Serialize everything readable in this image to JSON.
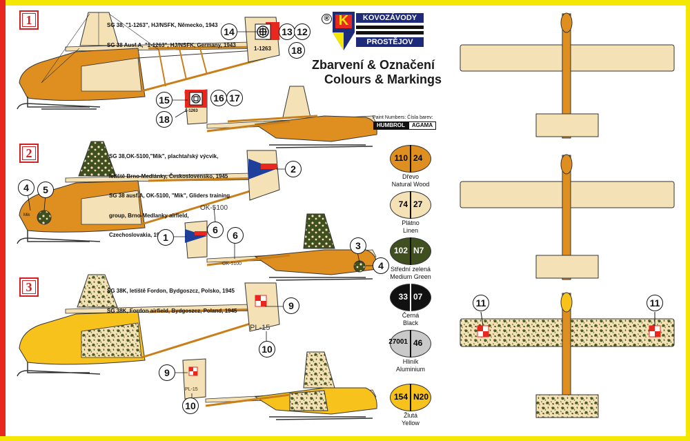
{
  "logo": {
    "registered": "®",
    "badge_letter": "K",
    "line1": "KOVOZÁVODY",
    "line2": "PROSTĚJOV"
  },
  "title": {
    "line1": "Zbarvení & Označení",
    "line2": "Colours & Markings"
  },
  "paint_header": {
    "label": "Paint Numbers: Čísla barev:",
    "brand1": "HUMBROL",
    "brand2": "AGAMA"
  },
  "paints": [
    {
      "humbrol": "110",
      "agama": "24",
      "name_cz": "Dřevo",
      "name_en": "Natural Wood",
      "color": "#df8f1f"
    },
    {
      "humbrol": "74",
      "agama": "27",
      "name_cz": "Plátno",
      "name_en": "Linen",
      "color": "#f4e1b6"
    },
    {
      "humbrol": "102",
      "agama": "N7",
      "name_cz": "Střední zelená",
      "name_en": "Medium Green",
      "color": "#3f4f1f"
    },
    {
      "humbrol": "33",
      "agama": "07",
      "name_cz": "Černá",
      "name_en": "Black",
      "color": "#111111"
    },
    {
      "humbrol": "27001",
      "agama": "46",
      "name_cz": "Hliník",
      "name_en": "Aluminium",
      "color": "#c9c9c9"
    },
    {
      "humbrol": "154",
      "agama": "N20",
      "name_cz": "Žlutá",
      "name_en": "Yellow",
      "color": "#f7c21c"
    }
  ],
  "schemes": [
    {
      "number": "1",
      "caption": [
        "SG 38, \"1-1263\", HJ/NSFK, Německo, 1943",
        "SG 38 Ausf.A, \"1-1263\", HJ/NSFK, Germany, 1943"
      ],
      "registration": "1-1263"
    },
    {
      "number": "2",
      "caption": [
        "SG 38,OK-5100,\"Mik\", plachtařský výcvik,",
        "letiště Brno-Medlánky, Československo, 1945",
        "SG 38 ausf.A, OK-5100, \"Mik\", Gliders training",
        "group, Brno-Medlanky airfield,",
        "Czechoslovakia, 1945"
      ],
      "registration": "OK-5100",
      "nose_text": "Mik"
    },
    {
      "number": "3",
      "caption": [
        "SG 38K, letiště Fordon, Bydgoszcz, Polsko, 1945",
        "SG 38K, Fordon airfield, Bydgoszcz, Poland, 1945"
      ],
      "registration": "PL-15"
    }
  ],
  "callouts": {
    "c14": "14",
    "c13": "13",
    "c12": "12",
    "c18a": "18",
    "c15": "15",
    "c16": "16",
    "c17": "17",
    "c18b": "18",
    "c2": "2",
    "c4a": "4",
    "c5": "5",
    "c6a": "6",
    "c1": "1",
    "c6b": "6",
    "c3": "3",
    "c4b": "4",
    "c9a": "9",
    "c10a": "10",
    "c9b": "9",
    "c10b": "10",
    "c11a": "11",
    "c11b": "11"
  },
  "colors": {
    "wood": "#df8f1f",
    "linen": "#f4e1b6",
    "green": "#3f4f1f",
    "yellow": "#f7c21c",
    "red": "#e8281f",
    "border_yellow": "#f5e800"
  }
}
